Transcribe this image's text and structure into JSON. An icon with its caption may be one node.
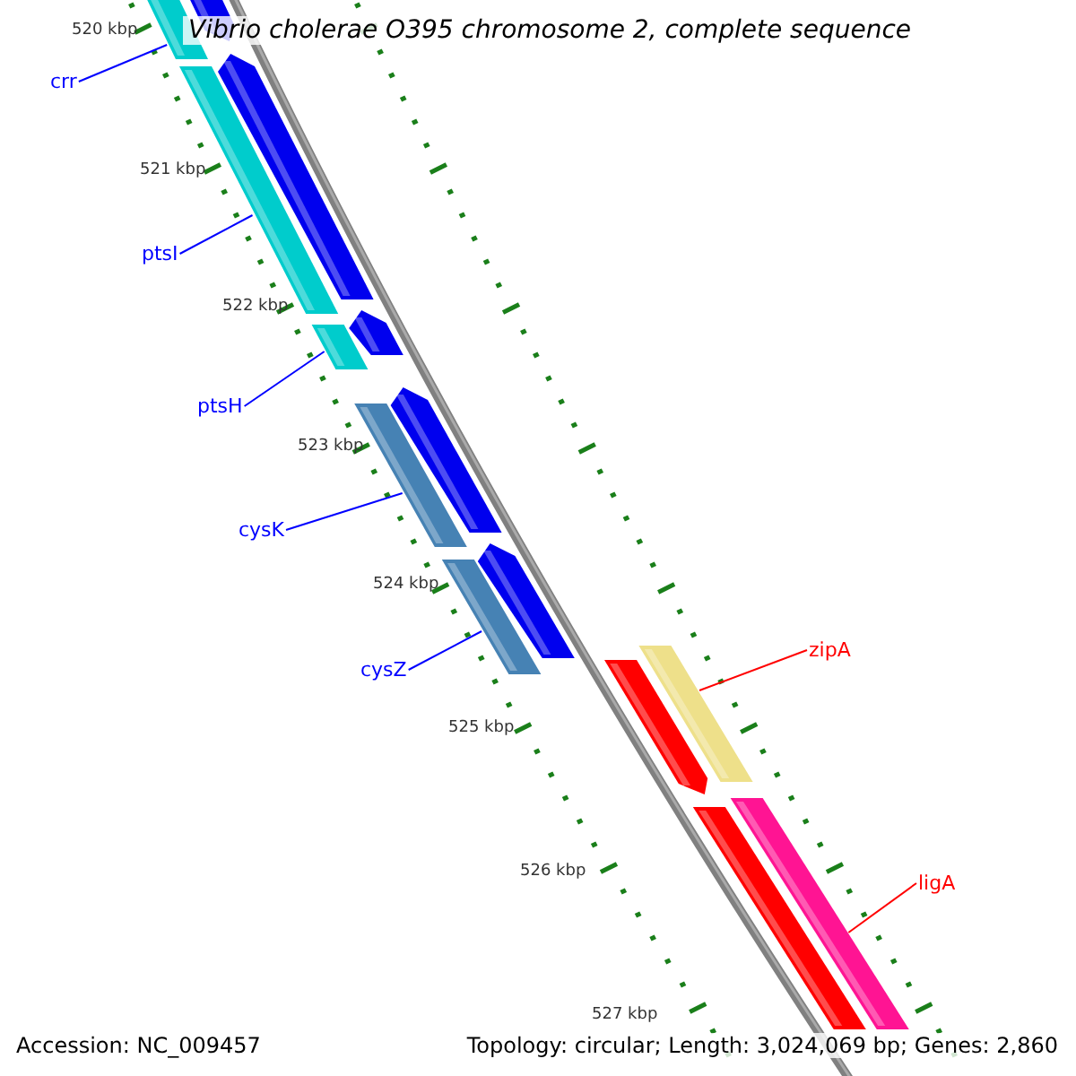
{
  "diagram": {
    "title": "Vibrio cholerae O395 chromosome 2, complete sequence",
    "nodes": [
      {
        "text": [
          "crr"
        ]
      },
      {
        "text": [],
        "shape": "bar"
      },
      {
        "text": [
          "ptsI"
        ]
      },
      {
        "text": [],
        "shape": "bar"
      },
      {
        "text": [
          "ptsH"
        ]
      },
      {
        "text": [],
        "shape": "bar"
      },
      {
        "text": [
          "cysK"
        ]
      },
      {
        "text": [],
        "shape": "bar"
      },
      {
        "text": [
          "cysZ"
        ]
      },
      {
        "text": [],
        "shape": "bar"
      },
      {
        "text": [
          "zipA"
        ]
      },
      {
        "text": [],
        "shape": "bar"
      },
      {
        "text": [
          "ligA"
        ]
      },
      {
        "text": [],
        "shape": "bar"
      }
    ],
    "edges": [
      {
        "from": 0,
        "to": 1,
        "arrow": "none"
      },
      {
        "from": 2,
        "to": 3,
        "arrow": "none"
      },
      {
        "from": 4,
        "to": 5,
        "arrow": "none"
      },
      {
        "from": 6,
        "to": 7,
        "arrow": "none"
      },
      {
        "from": 8,
        "to": 9,
        "arrow": "none"
      },
      {
        "from": 10,
        "to": 11,
        "arrow": "none",
        "color": "#ff0000"
      },
      {
        "from": 12,
        "to": 13,
        "arrow": "none",
        "color": "#ff0000"
      }
    ],
    "labels": [
      "520 kbp",
      "521 kbp",
      "522 kbp",
      "523 kbp",
      "524 kbp",
      "525 kbp",
      "526 kbp",
      "527 kbp",
      "Accession: NC_009457",
      "Topology: circular; Length: 3,024,069 bp; Genes: 2,860"
    ]
  }
}
